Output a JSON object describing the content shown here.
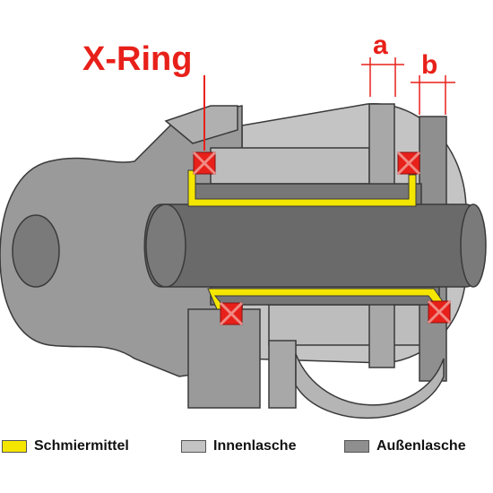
{
  "labels": {
    "x_ring": "X-Ring",
    "dim_a": "a",
    "dim_b": "b"
  },
  "legend": [
    {
      "label": "Schmiermittel",
      "color": "#f5e600"
    },
    {
      "label": "Innenlasche",
      "color": "#c4c4c4"
    },
    {
      "label": "Außenlasche",
      "color": "#8f8f8f"
    }
  ],
  "colors": {
    "accent": "#e8201a",
    "lubricant": "#f5e600",
    "inner_plate": "#c4c4c4",
    "outer_plate": "#8f8f8f",
    "pin": "#6a6a6a",
    "outline": "#3a3a3a"
  }
}
